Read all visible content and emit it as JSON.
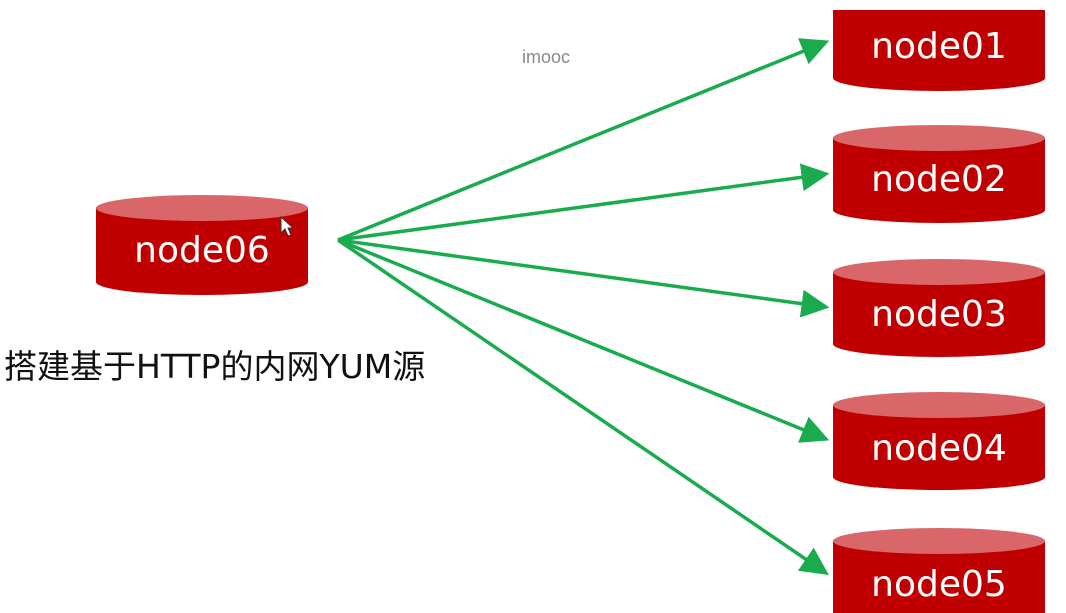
{
  "watermark": "imooc",
  "caption": "搭建基于HTTP的内网YUM源",
  "colors": {
    "node_body": "#c00000",
    "node_top": "#d9676a",
    "arrow": "#1aab4f"
  },
  "source_node": {
    "label": "node06"
  },
  "target_nodes": [
    {
      "label": "node01"
    },
    {
      "label": "node02"
    },
    {
      "label": "node03"
    },
    {
      "label": "node04"
    },
    {
      "label": "node05"
    }
  ]
}
